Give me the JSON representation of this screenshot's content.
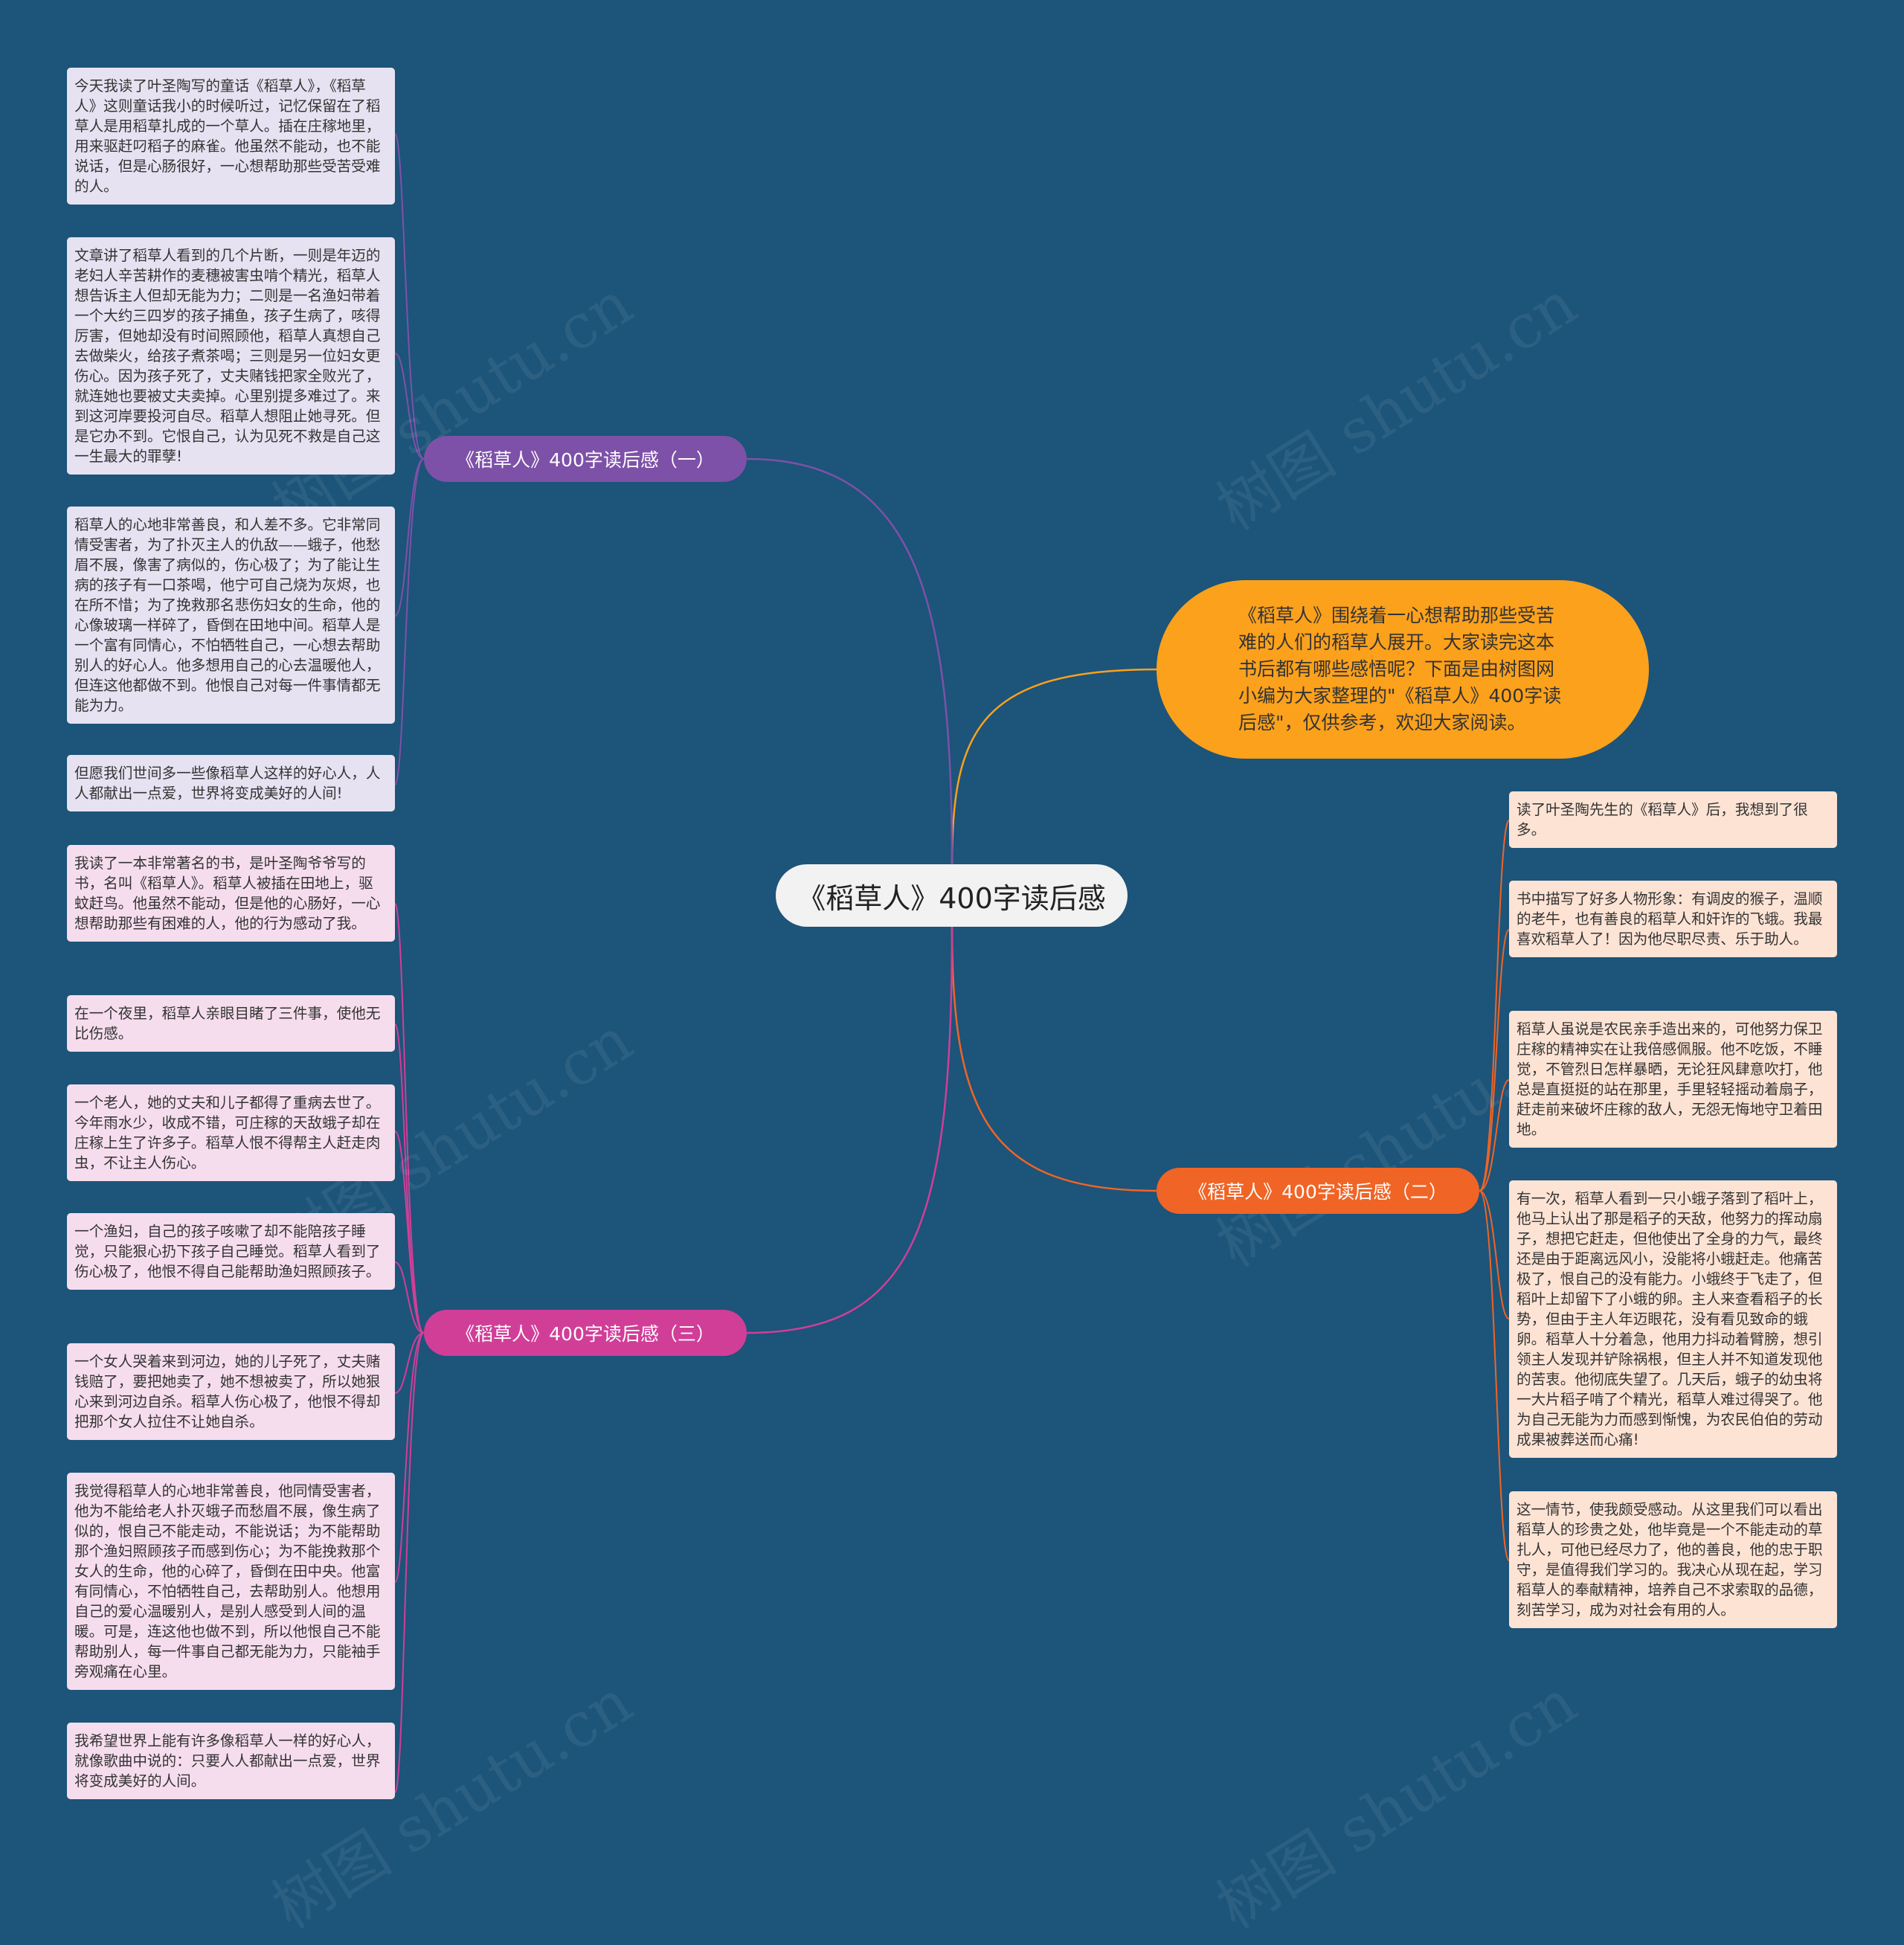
{
  "colors": {
    "background": "#1d5479",
    "center": "#f2f2f2",
    "intro": "#fba11c",
    "branch_1": "#7d51a8",
    "branch_2": "#f06426",
    "branch_3": "#d13e98",
    "leaf_1": "#e7e2f2",
    "leaf_2": "#fde3d4",
    "leaf_3": "#f6dded"
  },
  "center": {
    "title": "《稻草人》400字读后感"
  },
  "intro": {
    "text": "《稻草人》围绕着一心想帮助那些受苦难的人们的稻草人展开。大家读完这本书后都有哪些感悟呢？下面是由树图网小编为大家整理的\"《稻草人》400字读后感\"，仅供参考，欢迎大家阅读。"
  },
  "branches": [
    {
      "label": "《稻草人》400字读后感（一）",
      "leaves": [
        "今天我读了叶圣陶写的童话《稻草人》，《稻草人》这则童话我小的时候听过，记忆保留在了稻草人是用稻草扎成的一个草人。插在庄稼地里，用来驱赶叼稻子的麻雀。他虽然不能动，也不能说话，但是心肠很好，一心想帮助那些受苦受难的人。",
        "文章讲了稻草人看到的几个片断，一则是年迈的老妇人辛苦耕作的麦穗被害虫啃个精光，稻草人想告诉主人但却无能为力；二则是一名渔妇带着一个大约三四岁的孩子捕鱼，孩子生病了，咳得厉害，但她却没有时间照顾他，稻草人真想自己去做柴火，给孩子煮茶喝；三则是另一位妇女更伤心。因为孩子死了，丈夫赌钱把家全败光了，就连她也要被丈夫卖掉。心里别提多难过了。来到这河岸要投河自尽。稻草人想阻止她寻死。但是它办不到。它恨自己，认为见死不救是自己这一生最大的罪孽!",
        "稻草人的心地非常善良，和人差不多。它非常同情受害者，为了扑灭主人的仇敌——蛾子，他愁眉不展，像害了病似的，伤心极了；为了能让生病的孩子有一口茶喝，他宁可自己烧为灰烬，也在所不惜；为了挽救那名悲伤妇女的生命，他的心像玻璃一样碎了，昏倒在田地中间。稻草人是一个富有同情心，不怕牺牲自己，一心想去帮助别人的好心人。他多想用自己的心去温暖他人，但连这他都做不到。他恨自己对每一件事情都无能为力。",
        "但愿我们世间多一些像稻草人这样的好心人，人人都献出一点爱，世界将变成美好的人间!"
      ]
    },
    {
      "label": "《稻草人》400字读后感（二）",
      "leaves": [
        "读了叶圣陶先生的《稻草人》后，我想到了很多。",
        "书中描写了好多人物形象：有调皮的猴子，温顺的老牛，也有善良的稻草人和奸诈的飞蛾。我最喜欢稻草人了！因为他尽职尽责、乐于助人。",
        "稻草人虽说是农民亲手造出来的，可他努力保卫庄稼的精神实在让我倍感佩服。他不吃饭，不睡觉，不管烈日怎样暴晒，无论狂风肆意吹打，他总是直挺挺的站在那里，手里轻轻摇动着扇子，赶走前来破坏庄稼的敌人，无怨无悔地守卫着田地。",
        "有一次，稻草人看到一只小蛾子落到了稻叶上，他马上认出了那是稻子的天敌，他努力的挥动扇子，想把它赶走，但他使出了全身的力气，最终还是由于距离远风小，没能将小蛾赶走。他痛苦极了，恨自己的没有能力。小蛾终于飞走了，但稻叶上却留下了小蛾的卵。主人来查看稻子的长势，但由于主人年迈眼花，没有看见致命的蛾卵。稻草人十分着急，他用力抖动着臂膀，想引领主人发现并铲除祸根，但主人并不知道发现他的苦衷。他彻底失望了。几天后，蛾子的幼虫将一大片稻子啃了个精光，稻草人难过得哭了。他为自己无能为力而感到惭愧，为农民伯伯的劳动成果被葬送而心痛!",
        "这一情节，使我颇受感动。从这里我们可以看出稻草人的珍贵之处，他毕竟是一个不能走动的草扎人，可他已经尽力了，他的善良，他的忠于职守，是值得我们学习的。我决心从现在起，学习稻草人的奉献精神，培养自己不求索取的品德，刻苦学习，成为对社会有用的人。"
      ]
    },
    {
      "label": "《稻草人》400字读后感（三）",
      "leaves": [
        "我读了一本非常著名的书，是叶圣陶爷爷写的书，名叫《稻草人》。稻草人被插在田地上，驱蚊赶鸟。他虽然不能动，但是他的心肠好，一心想帮助那些有困难的人，他的行为感动了我。",
        "在一个夜里，稻草人亲眼目睹了三件事，使他无比伤感。",
        "一个老人，她的丈夫和儿子都得了重病去世了。今年雨水少，收成不错，可庄稼的天敌蛾子却在庄稼上生了许多子。稻草人恨不得帮主人赶走肉虫，不让主人伤心。",
        "一个渔妇，自己的孩子咳嗽了却不能陪孩子睡觉，只能狠心扔下孩子自己睡觉。稻草人看到了伤心极了，他恨不得自己能帮助渔妇照顾孩子。",
        "一个女人哭着来到河边，她的儿子死了，丈夫赌钱赔了，要把她卖了，她不想被卖了，所以她狠心来到河边自杀。稻草人伤心极了，他恨不得却把那个女人拉住不让她自杀。",
        "我觉得稻草人的心地非常善良，他同情受害者，他为不能给老人扑灭蛾子而愁眉不展，像生病了似的，恨自己不能走动，不能说话；为不能帮助那个渔妇照顾孩子而感到伤心；为不能挽救那个女人的生命，他的心碎了，昏倒在田中央。他富有同情心，不怕牺牲自己，去帮助别人。他想用自己的爱心温暖别人，是别人感受到人间的温暖。可是，连这他也做不到，所以他恨自己不能帮助别人，每一件事自己都无能为力，只能袖手旁观痛在心里。",
        "我希望世界上能有许多像稻草人一样的好心人，就像歌曲中说的：只要人人都献出一点爱，世界将变成美好的人间。"
      ]
    }
  ]
}
